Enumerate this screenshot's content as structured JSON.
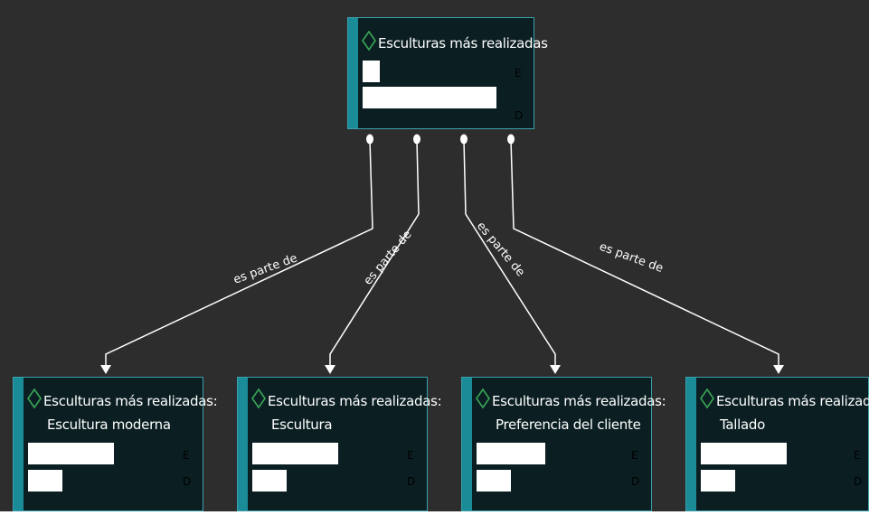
{
  "diagram": {
    "root": {
      "title": "Esculturas más realizadas",
      "levels": [
        "E",
        "D"
      ],
      "bars": [
        0.1,
        1.0
      ]
    },
    "relation_label": "es parte de",
    "children": [
      {
        "title_line1": "Esculturas más realizadas:",
        "title_line2": "Escultura moderna",
        "levels": [
          "E",
          "D"
        ],
        "bars": [
          1.0,
          0.4
        ]
      },
      {
        "title_line1": "Esculturas más realizadas:",
        "title_line2": "Escultura",
        "levels": [
          "E",
          "D"
        ],
        "bars": [
          1.0,
          0.4
        ]
      },
      {
        "title_line1": "Esculturas más realizadas:",
        "title_line2": "Preferencia del cliente",
        "levels": [
          "E",
          "D"
        ],
        "bars": [
          0.8,
          0.4
        ]
      },
      {
        "title_line1": "Esculturas más realizadas:",
        "title_line2": "Tallado",
        "levels": [
          "E",
          "D"
        ],
        "bars": [
          1.0,
          0.4
        ]
      }
    ],
    "colors": {
      "background": "#2d2d2d",
      "node_fill": "#0b1f23",
      "node_border": "#3aa0ac",
      "accent_stripe": "#1a8c97",
      "diamond": "#3aa655"
    }
  }
}
